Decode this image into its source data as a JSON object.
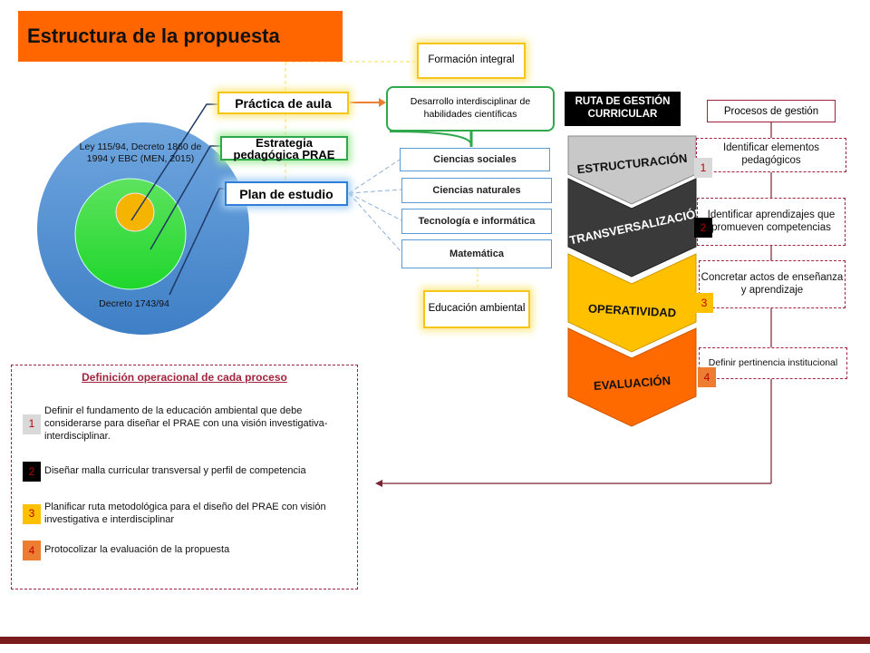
{
  "title": "Estructura de la propuesta",
  "circles": {
    "outer_label": "Ley 115/94, Decreto 1860 de 1994 y EBC (MEN, 2015)",
    "bottom_label": "Decreto 1743/94"
  },
  "levels": {
    "practica": "Práctica de aula",
    "estrategia": "Estrategia pedagógica  PRAE",
    "plan": "Plan de estudio"
  },
  "formacion": "Formación integral",
  "desarrollo": "Desarrollo interdisciplinar de habilidades científicas",
  "subjects": [
    "Ciencias sociales",
    "Ciencias naturales",
    "Tecnología e informática",
    "Matemática"
  ],
  "educacion": "Educación ambiental",
  "ruta": {
    "title": "RUTA DE GESTIÓN CURRICULAR",
    "stages": [
      {
        "label": "ESTRUCTURACIÓN",
        "color": "#c8c8c8"
      },
      {
        "label": "TRANSVERSALIZACIÓN",
        "color": "#3a3a3a"
      },
      {
        "label": "OPERATIVIDAD",
        "color": "#ffc000"
      },
      {
        "label": "EVALUACIÓN",
        "color": "#ff6a00"
      }
    ]
  },
  "procesos": {
    "title": "Procesos de gestión",
    "items": [
      {
        "num": "1",
        "text": "Identificar elementos pedagógicos",
        "color": "#d9d9d9"
      },
      {
        "num": "2",
        "text": "Identificar aprendizajes que promueven competencias",
        "color": "#000000"
      },
      {
        "num": "3",
        "text": "Concretar actos de enseñanza y aprendizaje",
        "color": "#ffc000"
      },
      {
        "num": "4",
        "text": "Definir pertinencia institucional",
        "color": "#ed7d31"
      }
    ]
  },
  "definicion": {
    "title": "Definición operacional de cada proceso",
    "items": [
      {
        "num": "1",
        "text": "Definir el fundamento de la educación ambiental que debe considerarse para diseñar el PRAE con una visión investigativa-interdisciplinar."
      },
      {
        "num": "2",
        "text": "Diseñar malla curricular transversal y perfil de competencia"
      },
      {
        "num": "3",
        "text": "Planificar ruta metodológica para el diseño del PRAE con visión investigativa  e interdisciplinar"
      },
      {
        "num": "4",
        "text": "Protocolizar la evaluación de la propuesta"
      }
    ]
  }
}
